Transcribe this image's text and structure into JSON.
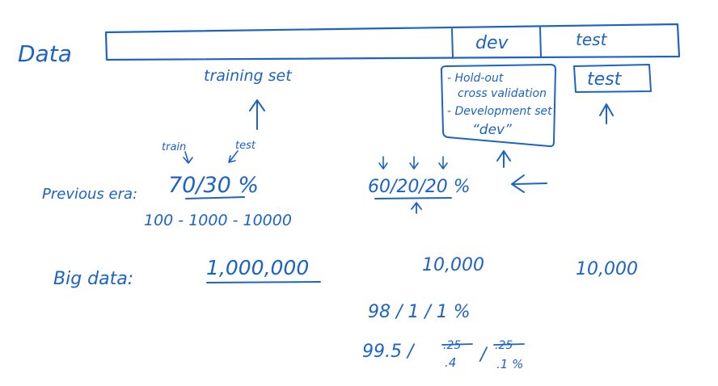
{
  "ink_color": "#1b63c5",
  "data_bar": {
    "label": "Data",
    "dev_label": "dev",
    "test_label": "test"
  },
  "annotations": {
    "training_set": "training set",
    "train": "train",
    "test_small": "test",
    "holdout_line1": "- Hold-out",
    "holdout_line2": "cross validation",
    "devset_line1": "- Development set",
    "devset_line2": "“dev”",
    "test_box": "test"
  },
  "previous_era": {
    "label": "Previous era:",
    "split_two": "70/30 %",
    "sizes": "100 - 1000 - 10000",
    "split_three": "60/20/20 %"
  },
  "big_data": {
    "label": "Big data:",
    "train_count": "1,000,000",
    "dev_count": "10,000",
    "test_count": "10,000",
    "ratio_1": "98 / 1 / 1 %",
    "ratio_2_main": "99.5 /",
    "ratio_2_dev_crossed": ".25",
    "ratio_2_dev": ".4",
    "ratio_2_sep": "/",
    "ratio_2_test_crossed": ".25",
    "ratio_2_test": ".1 %"
  }
}
